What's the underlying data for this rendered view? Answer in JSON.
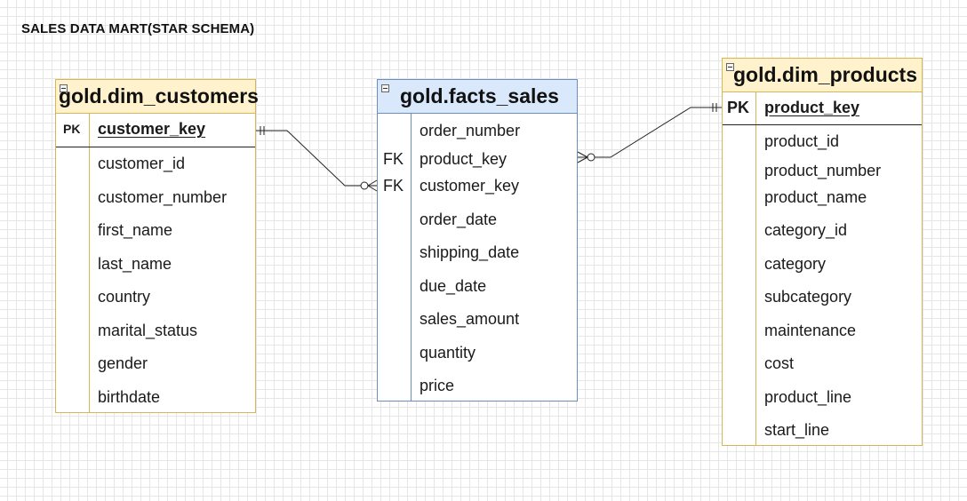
{
  "diagram_title": "SALES DATA MART(STAR SCHEMA)",
  "dim_customers": {
    "title": "gold.dim_customers",
    "pk_label": "PK",
    "pk_field": "customer_key",
    "fields": [
      "customer_id",
      "customer_number",
      "first_name",
      "last_name",
      "country",
      "marital_status",
      "gender",
      "birthdate"
    ]
  },
  "facts_sales": {
    "title": "gold.facts_sales",
    "fk_label": "FK",
    "fields": [
      "order_number",
      "product_key",
      "customer_key",
      "order_date",
      "shipping_date",
      "due_date",
      "sales_amount",
      "quantity",
      "price"
    ]
  },
  "dim_products": {
    "title": "gold.dim_products",
    "pk_label": "PK",
    "pk_field": "product_key",
    "fields": [
      "product_id",
      "product_number",
      "product_name",
      "category_id",
      "category",
      "subcategory",
      "maintenance",
      "cost",
      "product_line",
      "start_line"
    ]
  },
  "relationships": [
    {
      "from": "gold.dim_customers.customer_key",
      "to": "gold.facts_sales.customer_key",
      "cardinality": "one-to-zero-or-many"
    },
    {
      "from": "gold.dim_products.product_key",
      "to": "gold.facts_sales.product_key",
      "cardinality": "one-to-zero-or-many"
    }
  ],
  "colors": {
    "dim_border": "#d6b656",
    "dim_header": "#fff2cc",
    "fact_border": "#6c8ebf",
    "fact_header": "#dae8fc",
    "connector": "#222222"
  },
  "icons": {
    "collapse": "minus-box-icon"
  }
}
